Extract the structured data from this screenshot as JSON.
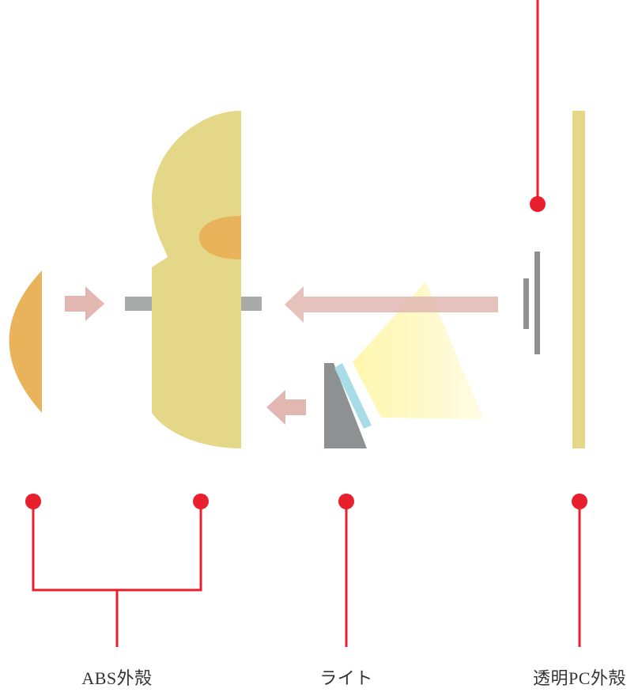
{
  "labels": {
    "abs_shell": "ABS外殻",
    "light": "ライト",
    "clear_pc_shell": "透明PC外殻"
  },
  "colors": {
    "leader_red": "#e8202e",
    "abs_yellow": "#e4d888",
    "orange": "#e9b35c",
    "arrow_pink": "#e2b7b2",
    "gray": "#8e9191",
    "light_gray": "#a9abab",
    "lens_blue": "#a8dde8",
    "beam_yellow": "#fff59e"
  }
}
